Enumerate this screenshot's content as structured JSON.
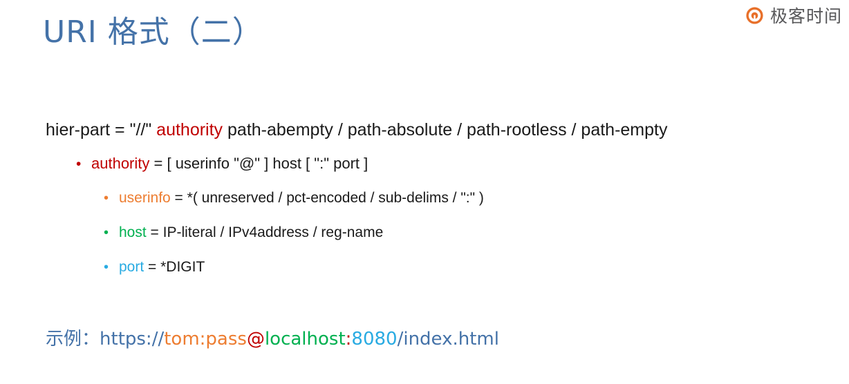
{
  "brand": {
    "logo_icon": "geektime-logo-icon",
    "name": "极客时间",
    "logo_color": "#E8702A"
  },
  "slide": {
    "title": "URI 格式（二）",
    "title_color": "#4472a8"
  },
  "palette": {
    "text": "#1a1a1a",
    "authority_red": "#C00000",
    "userinfo_orange": "#ED7D31",
    "host_green": "#00B050",
    "port_cyan": "#29ABE2",
    "link_blue": "#4472a8"
  },
  "content": {
    "lines": [
      {
        "level": 0,
        "bullet": "",
        "bullet_color": "",
        "segments": [
          {
            "text": "hier-part = \"//\" ",
            "color": "#1a1a1a"
          },
          {
            "text": "authority",
            "color": "#C00000"
          },
          {
            "text": " path-abempty / path-absolute / path-rootless / path-empty",
            "color": "#1a1a1a"
          }
        ]
      },
      {
        "level": 1,
        "bullet": "•",
        "bullet_color": "#C00000",
        "segments": [
          {
            "text": "authority",
            "color": "#C00000"
          },
          {
            "text": " = [ userinfo \"@\" ] host [ \":\" port ]",
            "color": "#1a1a1a"
          }
        ]
      },
      {
        "level": 2,
        "bullet": "•",
        "bullet_color": "#ED7D31",
        "segments": [
          {
            "text": "userinfo",
            "color": "#ED7D31"
          },
          {
            "text": " = *( unreserved / pct-encoded / sub-delims / \":\" )",
            "color": "#1a1a1a"
          }
        ]
      },
      {
        "level": 2,
        "bullet": "•",
        "bullet_color": "#00B050",
        "segments": [
          {
            "text": "host",
            "color": "#00B050"
          },
          {
            "text": " = IP-literal / IPv4address / reg-name",
            "color": "#1a1a1a"
          }
        ]
      },
      {
        "level": 2,
        "bullet": "•",
        "bullet_color": "#29ABE2",
        "segments": [
          {
            "text": "port",
            "color": "#29ABE2"
          },
          {
            "text": " = *DIGIT",
            "color": "#1a1a1a"
          }
        ]
      }
    ]
  },
  "example": {
    "label": "示例：",
    "label_color": "#4472a8",
    "segments": [
      {
        "text": "https://",
        "color": "#4472a8"
      },
      {
        "text": "tom:pass",
        "color": "#ED7D31"
      },
      {
        "text": "@",
        "color": "#C00000"
      },
      {
        "text": "localhost",
        "color": "#00B050"
      },
      {
        "text": ":",
        "color": "#C00000"
      },
      {
        "text": "8080",
        "color": "#29ABE2"
      },
      {
        "text": "/index.html",
        "color": "#4472a8"
      }
    ]
  }
}
